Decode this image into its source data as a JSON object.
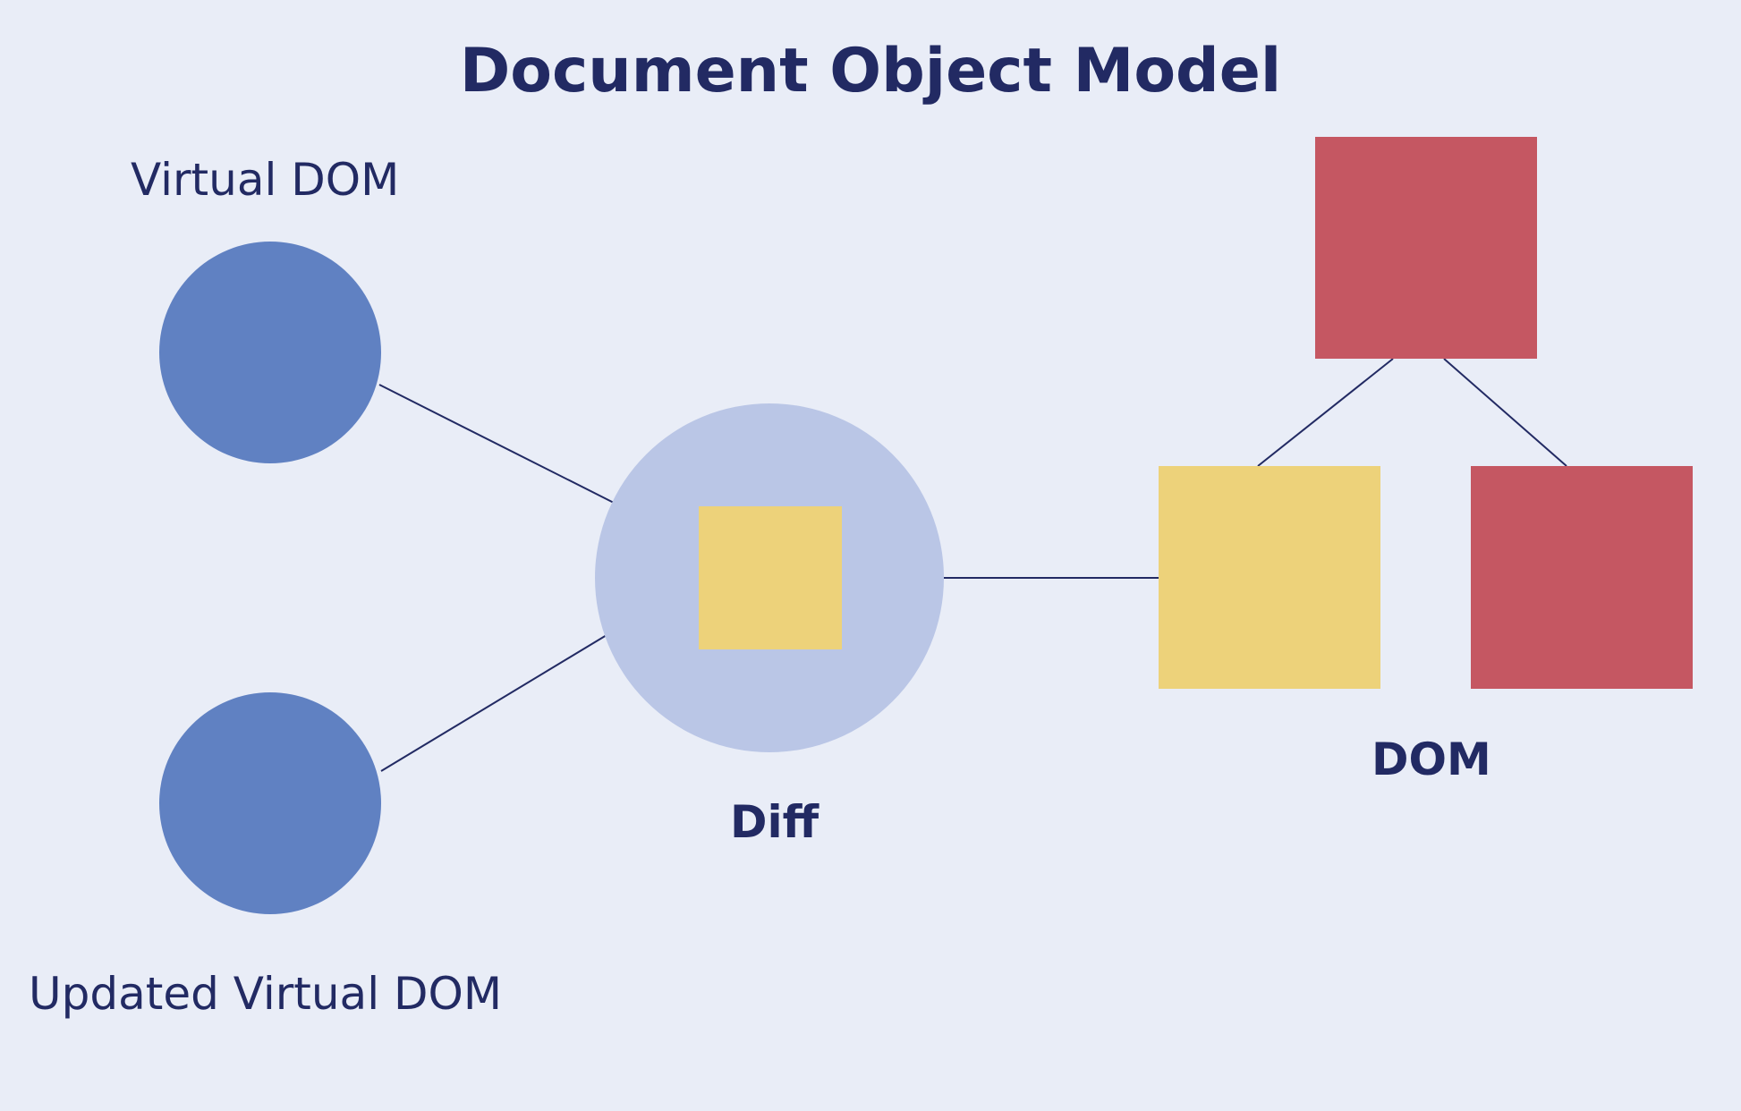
{
  "title": "Document Object Model",
  "labels": {
    "virtual_dom": "Virtual DOM",
    "updated_virtual_dom": "Updated Virtual DOM",
    "diff": "Diff",
    "dom": "DOM"
  },
  "colors": {
    "background": "#e9edf7",
    "text": "#222a63",
    "virtual_node": "#6081c2",
    "diff_circle": "#bac6e6",
    "changed_node": "#edd27a",
    "dom_node": "#c55762",
    "connector": "#222a63"
  }
}
